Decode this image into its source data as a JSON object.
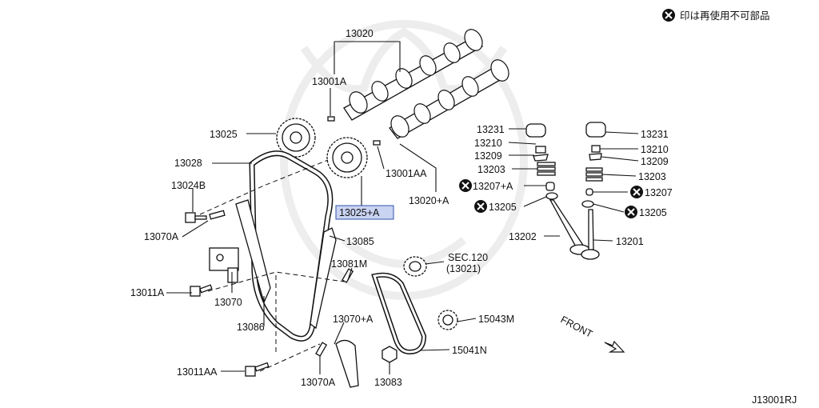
{
  "legend": {
    "text": "印は再使用不可部品",
    "icon": "x-circle-icon"
  },
  "diagram_id": "J13001RJ",
  "highlight_color": "#c9d3f2",
  "callouts": {
    "c13020": "13020",
    "c13001A": "13001A",
    "c13025": "13025",
    "c13028": "13028",
    "c13024B": "13024B",
    "c13070A_top": "13070A",
    "c13011A": "13011A",
    "c13070": "13070",
    "c13086": "13086",
    "c13011AA": "13011AA",
    "c13070A_bottom": "13070A",
    "c13025A": "13025+A",
    "c13001AA": "13001AA",
    "c13020A": "13020+A",
    "c13085": "13085",
    "c13081M": "13081M",
    "c13070Aplus": "13070+A",
    "c13083": "13083",
    "sec120": "SEC.120",
    "sec120_sub": "(13021)",
    "c15043M": "15043M",
    "c15041N": "15041N",
    "front": "FRONT",
    "l13231": "13231",
    "l13210": "13210",
    "l13209": "13209",
    "l13203": "13203",
    "l13207A": "13207+A",
    "l13205": "13205",
    "l13202": "13202",
    "r13231": "13231",
    "r13210": "13210",
    "r13209": "13209",
    "r13203": "13203",
    "r13207": "13207",
    "r13205": "13205",
    "r13201": "13201"
  }
}
